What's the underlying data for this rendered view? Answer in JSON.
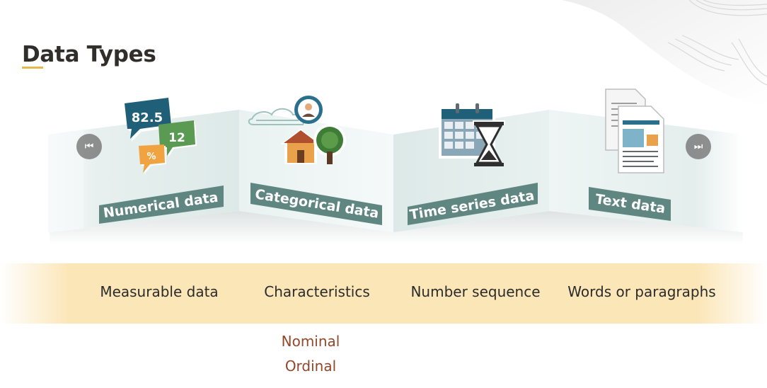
{
  "title": "Data Types",
  "cards": [
    {
      "label": "Numerical data",
      "icon": "numbers-bubbles-icon",
      "bubbles": [
        "82.5",
        "12",
        "%"
      ]
    },
    {
      "label": "Categorical data",
      "icon": "house-tree-person-icon"
    },
    {
      "label": "Time series data",
      "icon": "calendar-hourglass-icon"
    },
    {
      "label": "Text data",
      "icon": "documents-icon"
    }
  ],
  "descriptions": [
    "Measurable data",
    "Characteristics",
    "Number sequence",
    "Words or paragraphs"
  ],
  "categorical_subtypes": [
    "Nominal",
    "Ordinal"
  ],
  "nav": {
    "prev_icon": "skip-previous-icon",
    "next_icon": "skip-next-icon",
    "prev_glyph": "⏮",
    "next_glyph": "⏭"
  },
  "colors": {
    "accent": "#e5b84b",
    "label_bg": "#5f8681",
    "band": "#fbe6b8",
    "subtype": "#93472a"
  }
}
